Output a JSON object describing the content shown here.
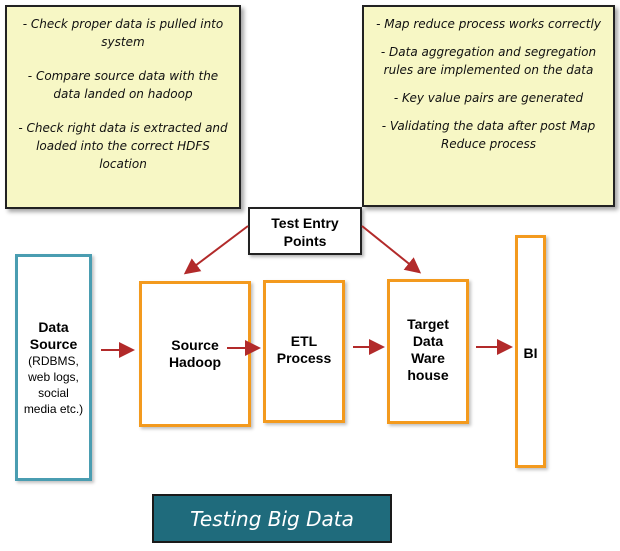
{
  "left_note": {
    "items": [
      "- Check proper data is pulled into system",
      "- Compare source data with the data landed on hadoop",
      "- Check right data is extracted and loaded into the correct HDFS location"
    ]
  },
  "right_note": {
    "items": [
      "- Map reduce process works correctly",
      "- Data aggregation and segregation rules are implemented on the data",
      "- Key value pairs are generated",
      "- Validating the data after post Map Reduce process"
    ]
  },
  "entry_points": {
    "line1": "Test Entry",
    "line2": "Points"
  },
  "data_source": {
    "title1": "Data",
    "title2": "Source",
    "details": [
      "(RDBMS,",
      "web logs,",
      "social",
      "media etc.)"
    ]
  },
  "source_hadoop": {
    "line1": "Source",
    "line2": "Hadoop"
  },
  "etl_process": {
    "line1": "ETL",
    "line2": "Process"
  },
  "target_dw": {
    "line1": "Target",
    "line2": "Data",
    "line3": "Ware",
    "line4": "house"
  },
  "bi": {
    "label": "BI"
  },
  "footer": {
    "title": "Testing Big Data"
  },
  "colors": {
    "note_bg": "#f7f7c5",
    "orange": "#f39a1e",
    "blue": "#4a9db1",
    "arrow": "#b22a2a",
    "title_bg": "#1f6b7c"
  }
}
